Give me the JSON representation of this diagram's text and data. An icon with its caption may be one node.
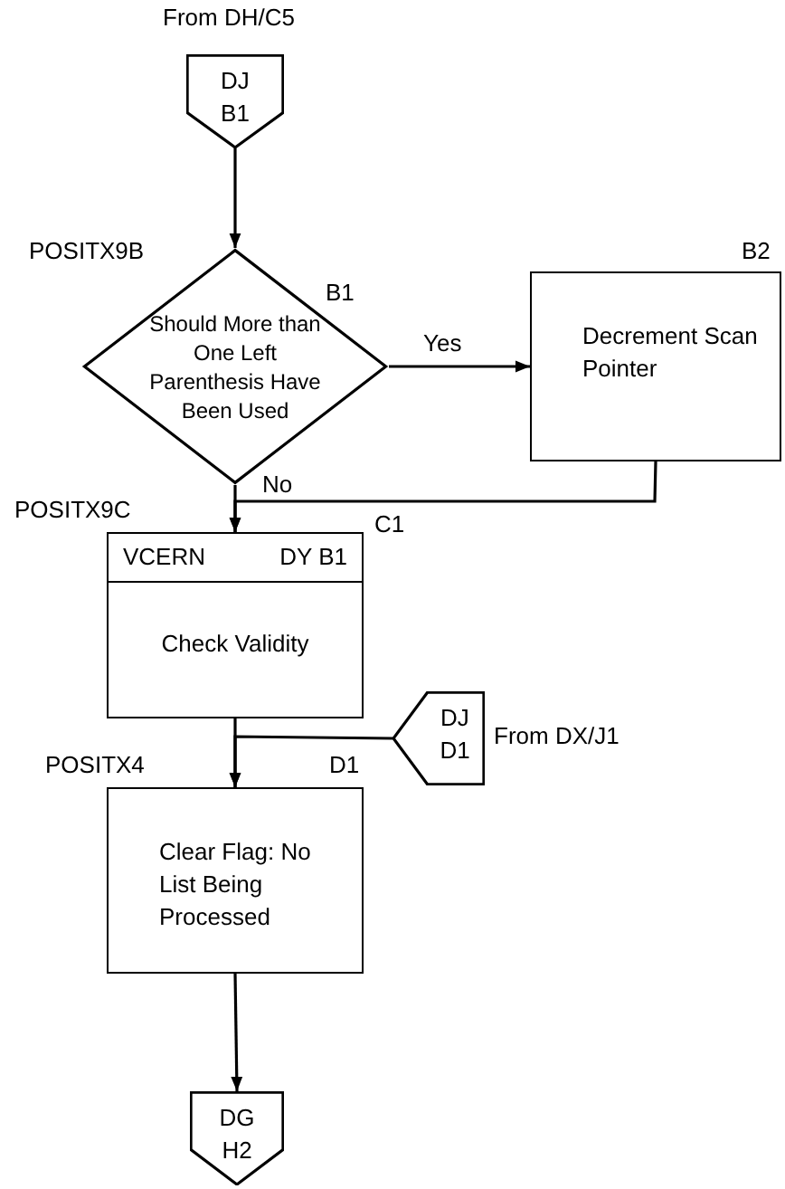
{
  "diagram": {
    "nodes": [
      {
        "text": [
          "DJ",
          "B1"
        ],
        "beside": [
          "From DH/C5"
        ]
      },
      {
        "text": [
          "Should More than One Left Parenthesis Have Been Used"
        ],
        "beside": [
          "POSITX9B",
          "B1"
        ]
      },
      {
        "text": [
          "Decrement Scan Pointer"
        ],
        "beside": [
          "B2"
        ]
      },
      {
        "text": [
          "VCERN",
          "DY B1",
          "Check Validity"
        ],
        "beside": [
          "POSITX9C",
          "C1"
        ]
      },
      {
        "text": [
          "DJ",
          "D1"
        ],
        "beside": [
          "From DX/J1"
        ]
      },
      {
        "text": [
          "Clear Flag: No List Being Processed"
        ],
        "beside": [
          "POSITX4",
          "D1"
        ]
      },
      {
        "text": [
          "DG",
          "H2"
        ]
      }
    ],
    "edges": [
      {
        "from": 0,
        "to": 1,
        "arrow": "to"
      },
      {
        "from": 1,
        "to": 2,
        "arrow": "to",
        "label": "Yes"
      },
      {
        "from": 1,
        "to": 3,
        "arrow": "to",
        "label": "No"
      },
      {
        "from": 2,
        "to": 3,
        "arrow": "to"
      },
      {
        "from": 3,
        "to": 5,
        "arrow": "to"
      },
      {
        "from": 4,
        "to": 5,
        "arrow": "to"
      },
      {
        "from": 5,
        "to": 6,
        "arrow": "to"
      }
    ]
  }
}
